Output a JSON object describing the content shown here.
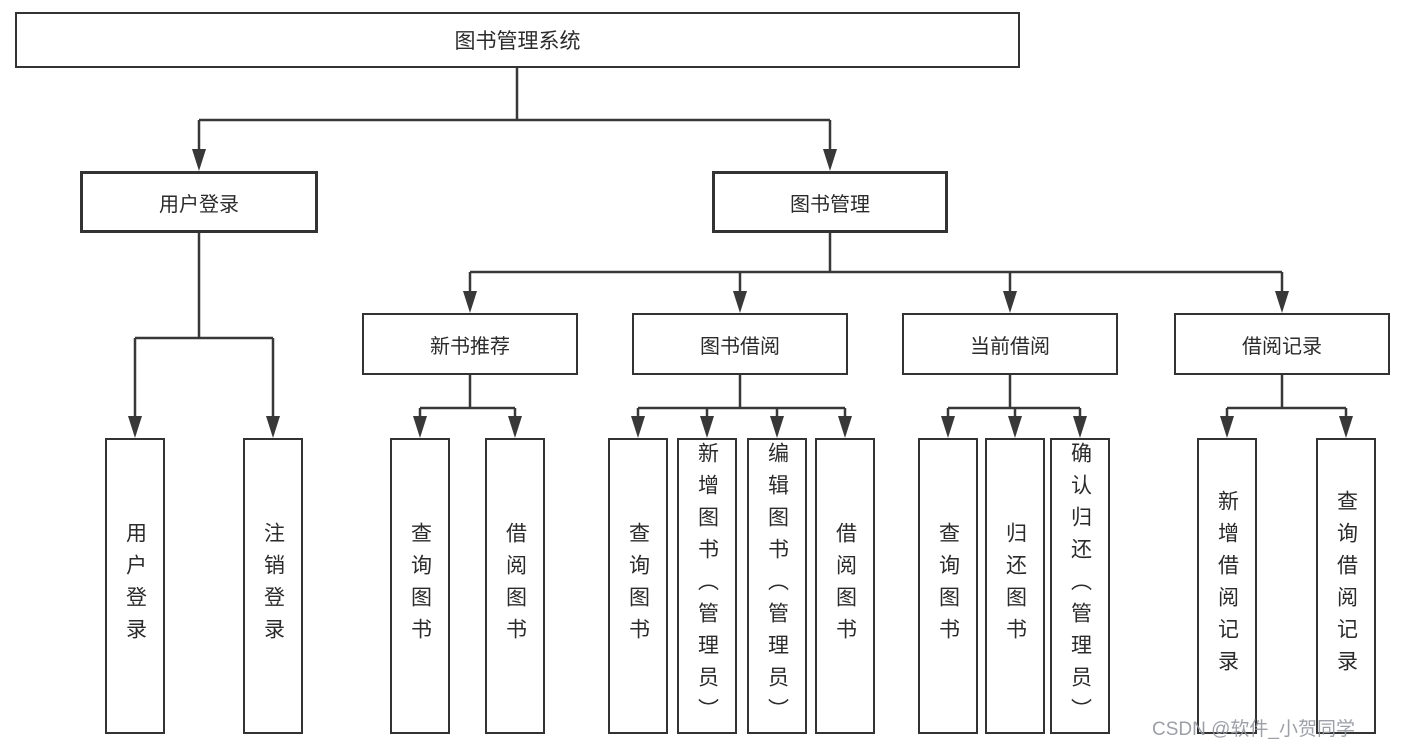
{
  "tree": {
    "root": {
      "label": "图书管理系统"
    },
    "level2": [
      {
        "label": "用户登录",
        "children": [
          {
            "label": "用户登录"
          },
          {
            "label": "注销登录"
          }
        ]
      },
      {
        "label": "图书管理",
        "children": [
          {
            "label": "新书推荐",
            "children": [
              {
                "label": "查询图书"
              },
              {
                "label": "借阅图书"
              }
            ]
          },
          {
            "label": "图书借阅",
            "children": [
              {
                "label": "查询图书"
              },
              {
                "label": "新增图书（管理员）"
              },
              {
                "label": "编辑图书（管理员）"
              },
              {
                "label": "借阅图书"
              }
            ]
          },
          {
            "label": "当前借阅",
            "children": [
              {
                "label": "查询图书"
              },
              {
                "label": "归还图书"
              },
              {
                "label": "确认归还（管理员）"
              }
            ]
          },
          {
            "label": "借阅记录",
            "children": [
              {
                "label": "新增借阅记录"
              },
              {
                "label": "查询借阅记录"
              }
            ]
          }
        ]
      }
    ]
  },
  "watermark": {
    "text": "CSDN @软件_小贺同学"
  },
  "colors": {
    "line": "#383838",
    "box_border": "#333333",
    "text": "#2b2b2b",
    "watermark": "#94969e",
    "background": "#ffffff"
  }
}
